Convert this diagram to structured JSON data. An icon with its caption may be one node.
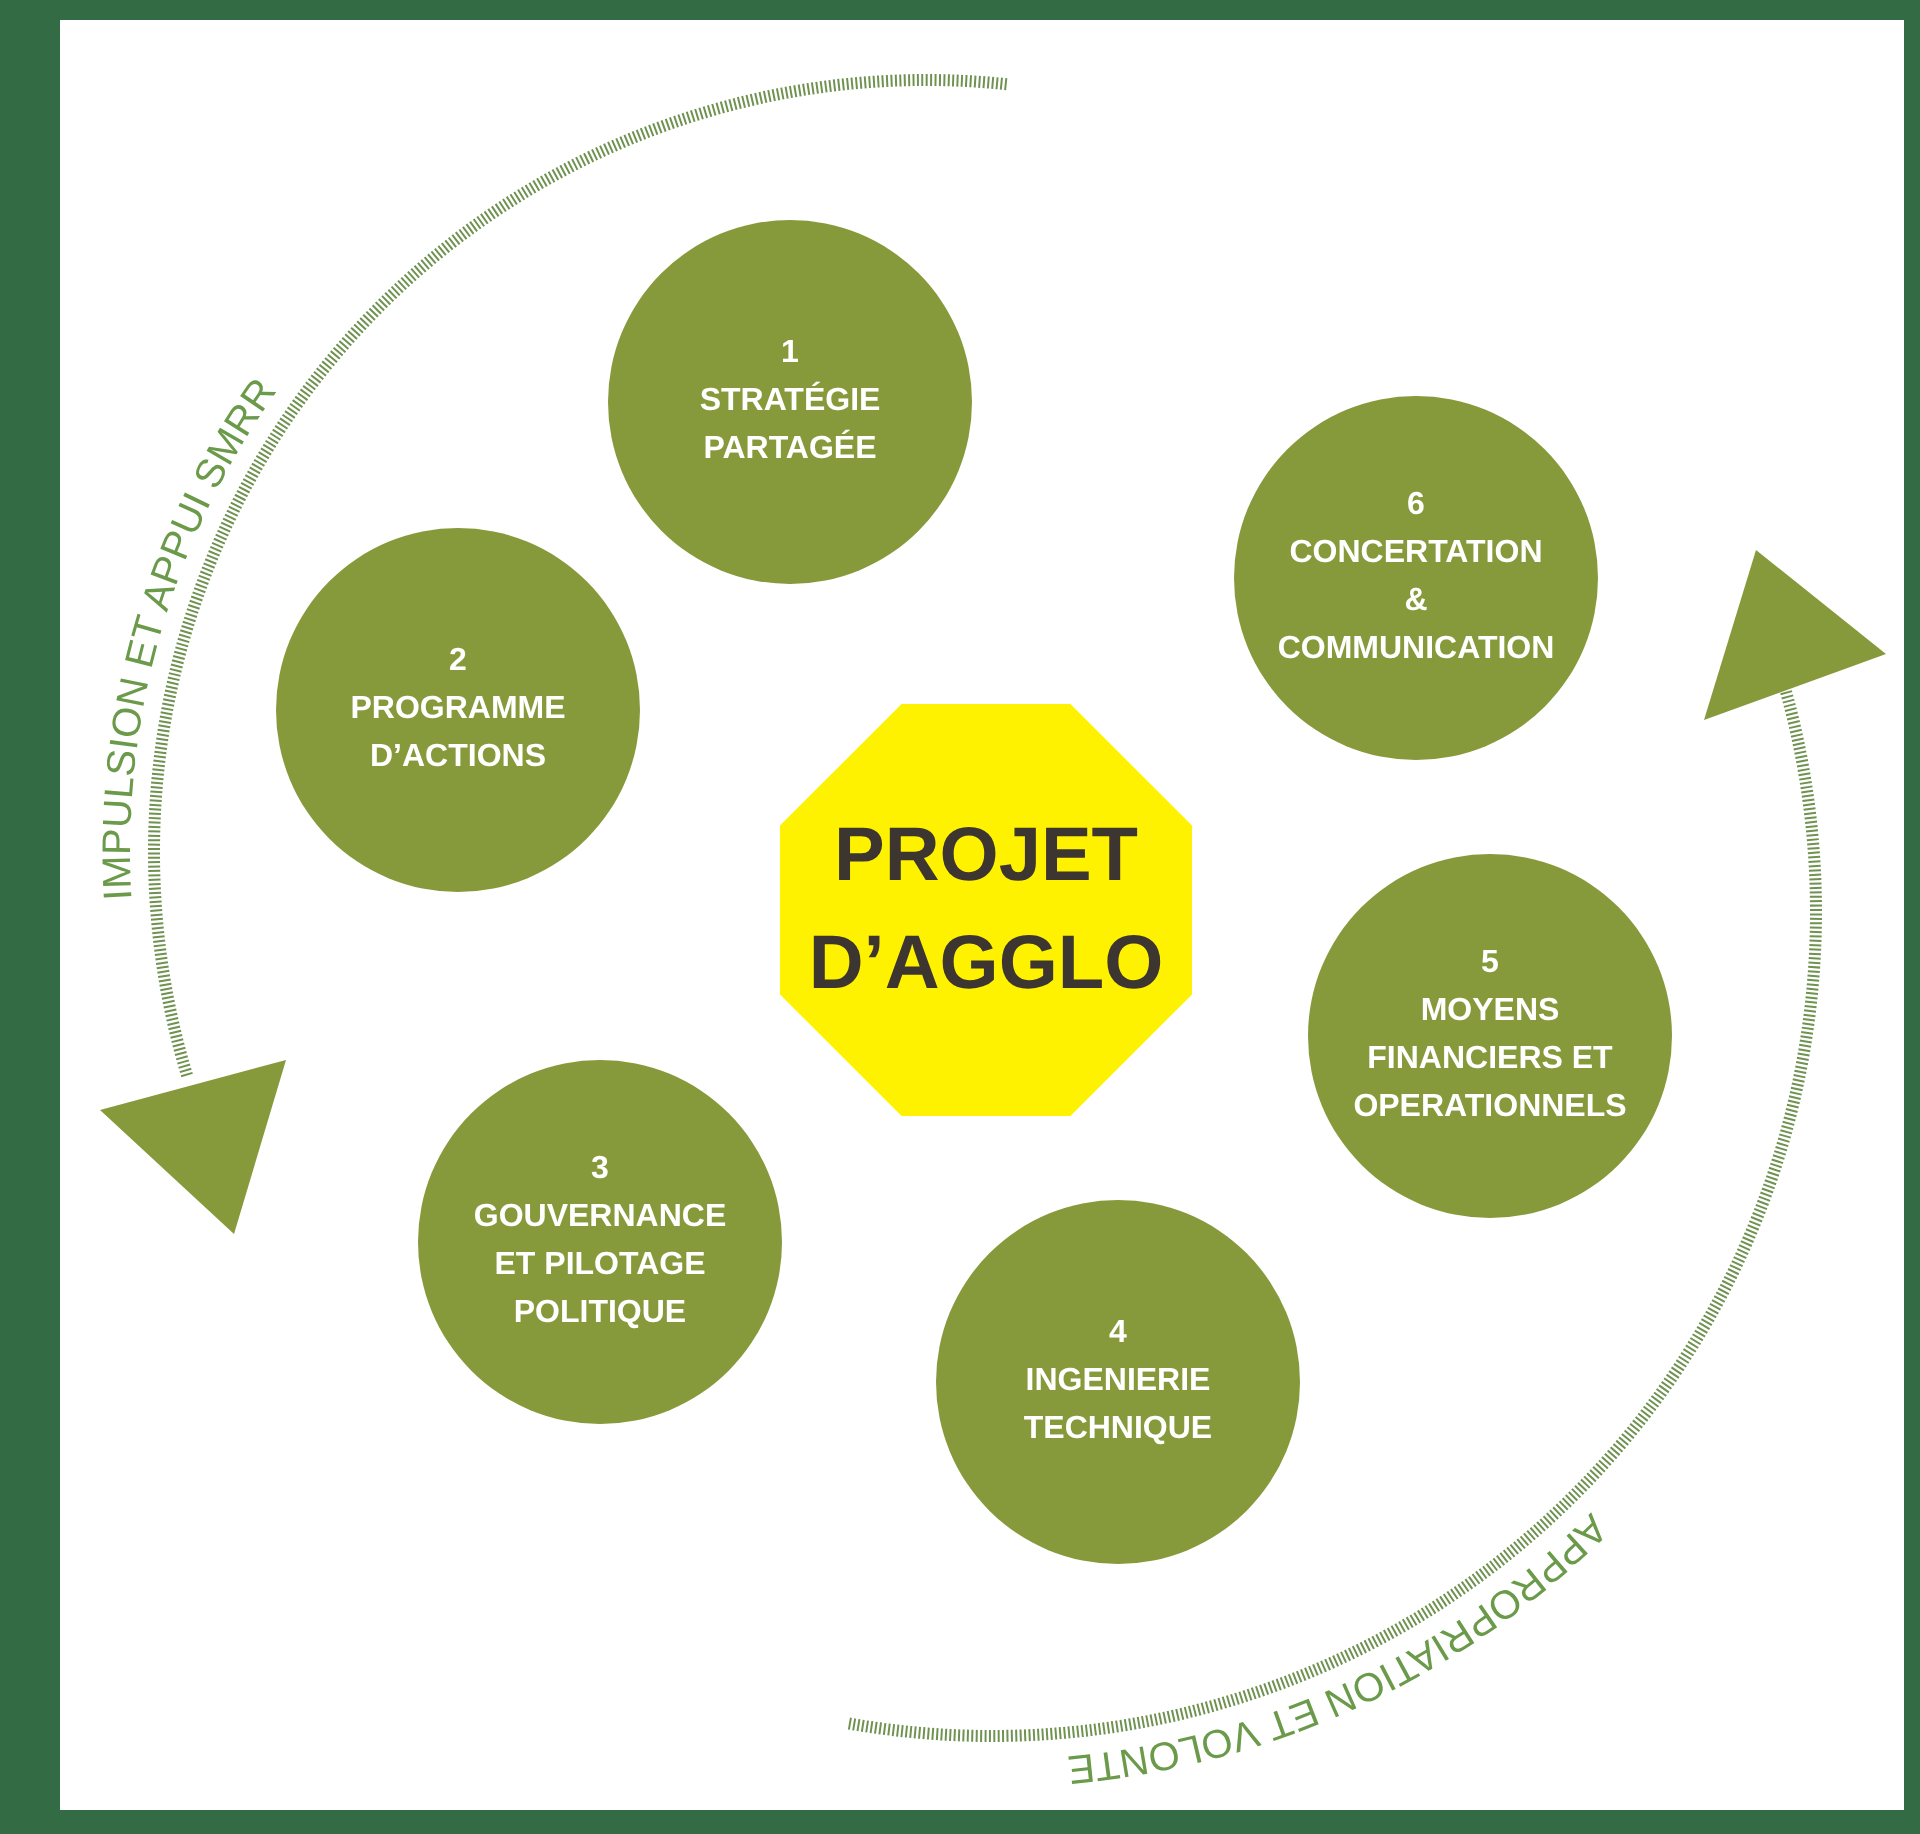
{
  "diagram": {
    "nodes": [
      {
        "text": [
          "1",
          "STRATÉGIE PARTAGÉE"
        ]
      },
      {
        "text": [
          "2",
          "PROGRAMME D’ACTIONS"
        ]
      },
      {
        "text": [
          "3",
          "GOUVERNANCE ET PILOTAGE POLITIQUE"
        ]
      },
      {
        "text": [
          "4",
          "INGENIERIE TECHNIQUE"
        ]
      },
      {
        "text": [
          "5",
          "MOYENS FINANCIERS ET OPERATIONNELS"
        ]
      },
      {
        "text": [
          "6",
          "CONCERTATION & COMMUNICATION"
        ]
      },
      {
        "text": [
          "PROJET D’AGGLO"
        ]
      }
    ],
    "labels": [
      "IMPULSION ET APPUI SMRR",
      "APPROPRIATION ET VOLONTE"
    ]
  }
}
